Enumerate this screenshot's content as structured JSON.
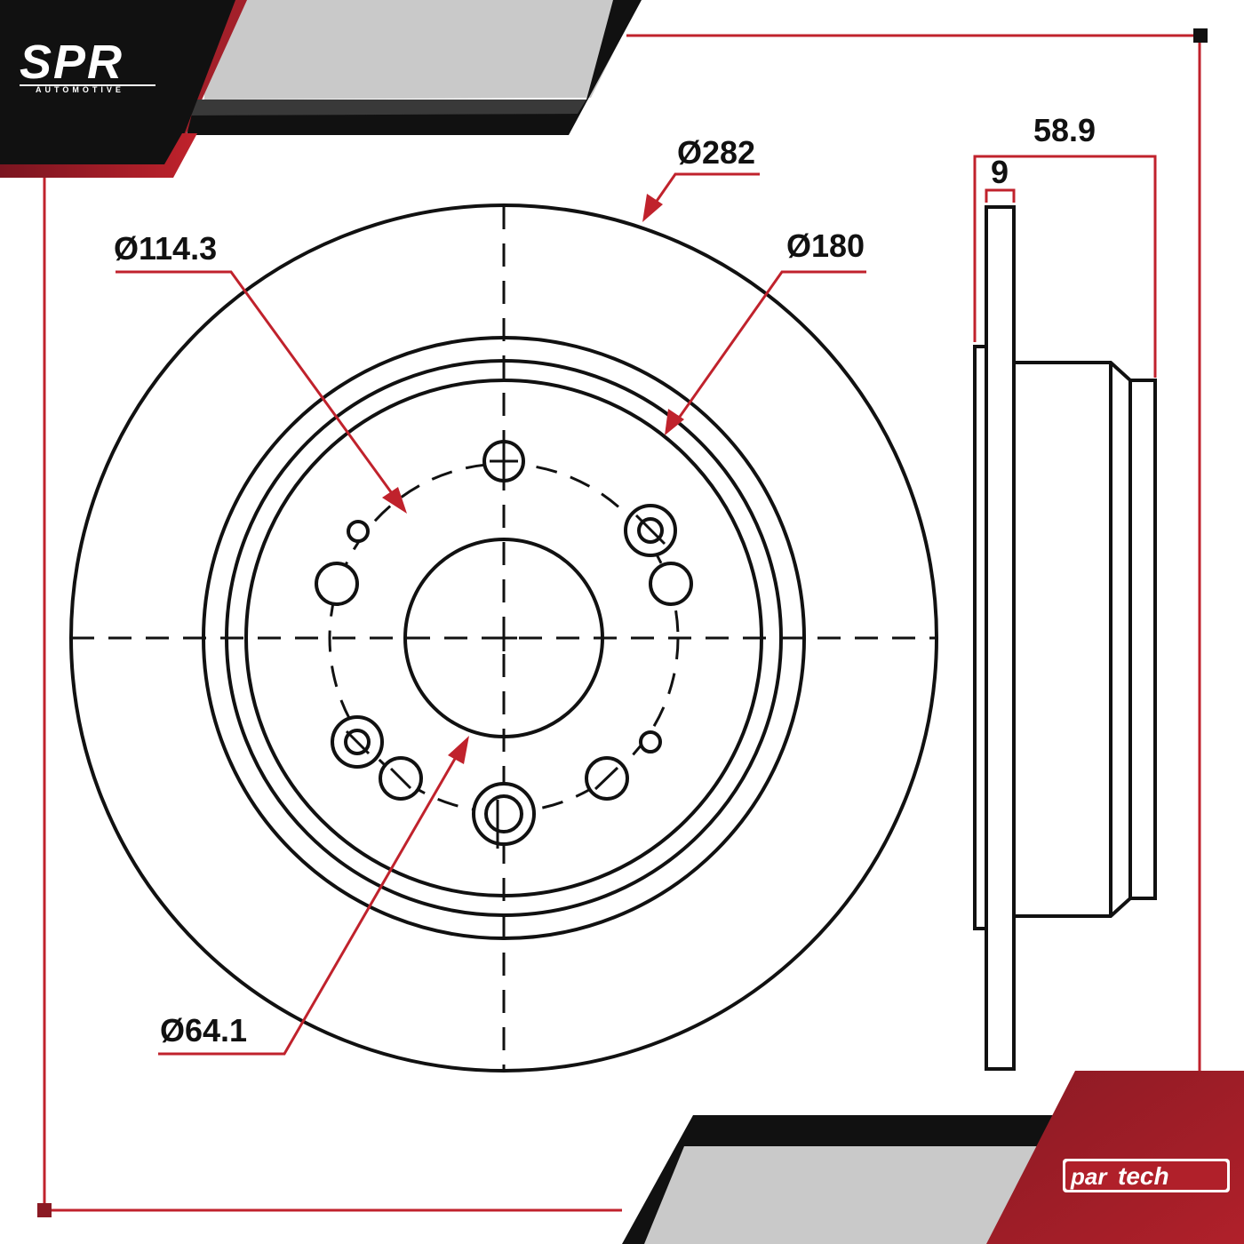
{
  "brand": {
    "name": "SPR",
    "subtitle": "AUTOMOTIVE",
    "partner_logo_left": "par",
    "partner_logo_right": "tech"
  },
  "dimensions": {
    "outer_diameter": "Ø282",
    "inner_ring_diameter": "Ø180",
    "bolt_circle_diameter": "Ø114.3",
    "center_bore_diameter": "Ø64.1",
    "total_height": "58.9",
    "rotor_thickness": "9"
  },
  "colors": {
    "accent_red": "#c0222c",
    "dark_red": "#7a1520",
    "black": "#111111",
    "grey": "#d0d0d0"
  }
}
